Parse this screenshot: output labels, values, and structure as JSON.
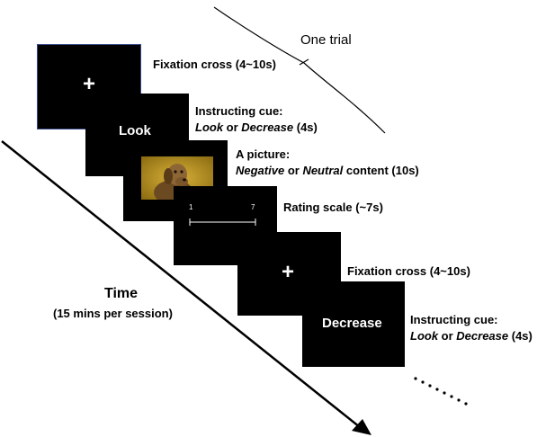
{
  "trial_bracket": {
    "label": "One trial"
  },
  "time_axis": {
    "title": "Time",
    "subtitle": "(15 mins per session)"
  },
  "screens": [
    {
      "content": "+",
      "kind": "fixation"
    },
    {
      "content": "Look",
      "kind": "cue"
    },
    {
      "content": "",
      "kind": "picture",
      "picture_description": "dog photo"
    },
    {
      "content": "",
      "kind": "rating",
      "scale_min": "1",
      "scale_max": "7"
    },
    {
      "content": "+",
      "kind": "fixation"
    },
    {
      "content": "Decrease",
      "kind": "cue"
    }
  ],
  "labels": {
    "fixation_1": "Fixation cross (4~10s)",
    "cue_1_title": "Instructing cue:",
    "cue_1_look": "Look",
    "cue_1_or": " or ",
    "cue_1_decrease": "Decrease",
    "cue_1_duration": " (4s)",
    "picture_title": "A picture:",
    "picture_negative": "Negative",
    "picture_or": " or ",
    "picture_neutral": "Neutral",
    "picture_duration": " content (10s)",
    "rating": "Rating scale (~7s)",
    "fixation_2": "Fixation cross (4~10s)",
    "cue_2_title": "Instructing cue:",
    "cue_2_look": "Look",
    "cue_2_or": " or ",
    "cue_2_decrease": "Decrease",
    "cue_2_duration": " (4s)"
  },
  "colors": {
    "screen": "#000000",
    "screen_text": "#ffffff",
    "first_screen_border": "#3a4a8a",
    "picture_bg": "#c9a020",
    "arrow": "#000000"
  }
}
